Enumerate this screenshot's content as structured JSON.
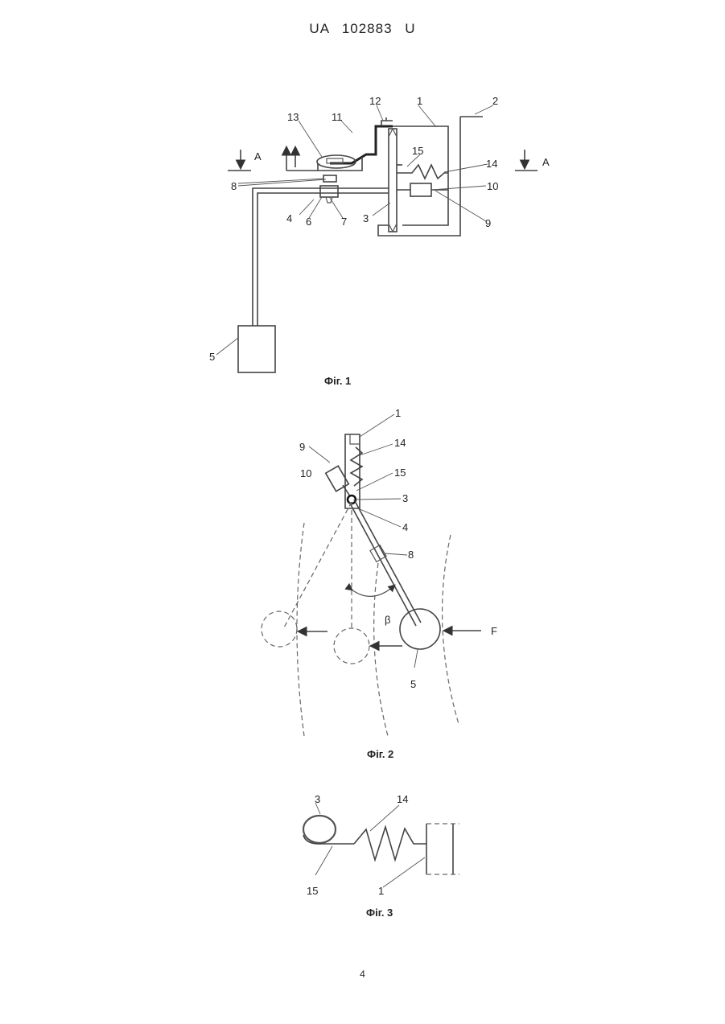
{
  "header": {
    "text": "UA   102883   U"
  },
  "page_number": "4",
  "figures": [
    {
      "caption": "Фіг. 1",
      "section_marks": [
        "A",
        "A"
      ],
      "labels": [
        "1",
        "2",
        "3",
        "4",
        "5",
        "6",
        "7",
        "8",
        "9",
        "10",
        "11",
        "12",
        "13",
        "14",
        "15"
      ]
    },
    {
      "caption": "Фіг. 2",
      "labels": [
        "1",
        "3",
        "4",
        "5",
        "8",
        "9",
        "10",
        "14",
        "15"
      ],
      "angle_label": "β",
      "force_label": "F"
    },
    {
      "caption": "Фіг. 3",
      "labels": [
        "3",
        "14",
        "15",
        "1"
      ]
    }
  ]
}
